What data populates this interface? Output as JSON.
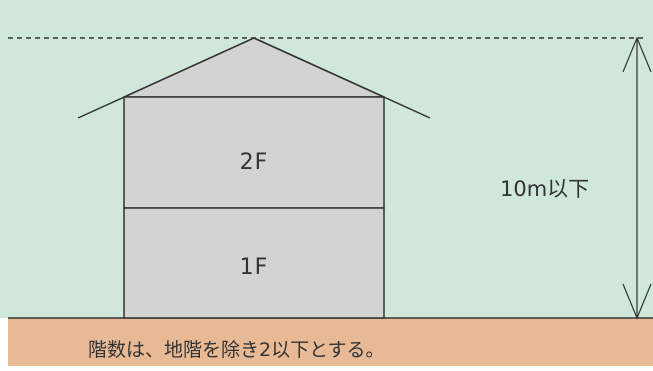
{
  "colors": {
    "sky": "#cfe8d9",
    "ground": "#e7b995",
    "building": "#d3d3d3",
    "line": "#333333"
  },
  "building": {
    "upper_floor_label": "2F",
    "lower_floor_label": "1F"
  },
  "height_limit": {
    "label": "10m以下"
  },
  "caption": "階数は、地階を除き2以下とする。"
}
